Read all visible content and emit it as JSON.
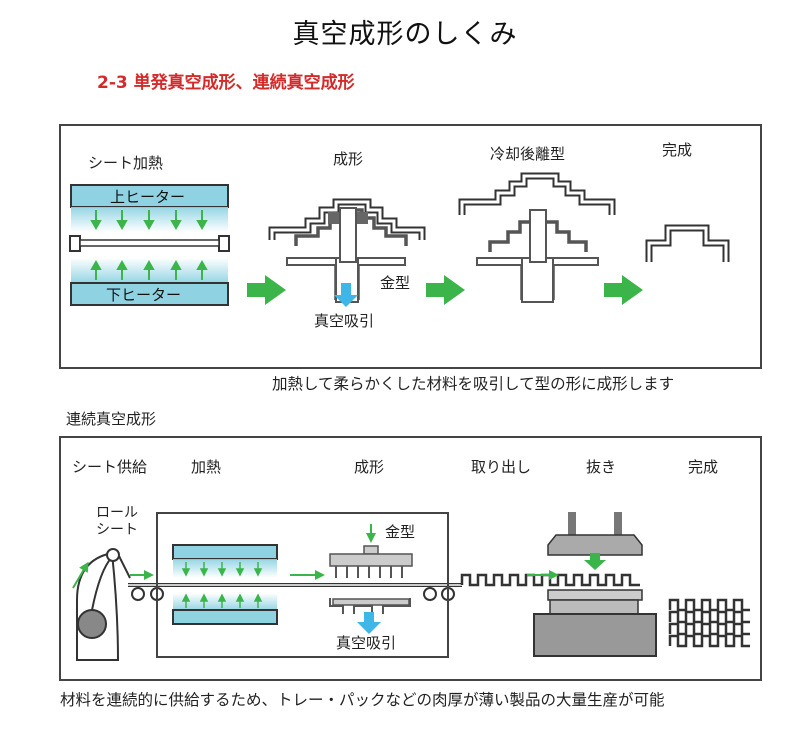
{
  "title": "真空成形のしくみ",
  "subtitle": "2-3 単発真空成形、連続真空成形",
  "single": {
    "steps": [
      "シート加熱",
      "成形",
      "冷却後離型",
      "完成"
    ],
    "upper_heater": "上ヒーター",
    "lower_heater": "下ヒーター",
    "mold_label": "金型",
    "vacuum_label": "真空吸引",
    "caption": "加熱して柔らかくした材料を吸引して型の形に成形します"
  },
  "continuous": {
    "heading": "連続真空成形",
    "steps": [
      "シート供給",
      "加熱",
      "成形",
      "取り出し",
      "抜き",
      "完成"
    ],
    "roll_label_1": "ロール",
    "roll_label_2": "シート",
    "mold_label": "金型",
    "vacuum_label": "真空吸引",
    "caption": "材料を連続的に供給するため、トレー・パックなどの肉厚が薄い製品の大量生産が可能"
  },
  "colors": {
    "accent_red": "#d42a2a",
    "heater_blue": "#8fd3e3",
    "arrow_green": "#3bb54a",
    "vacuum_blue": "#3fb6e8",
    "part_gray": "#aaaaaa"
  }
}
